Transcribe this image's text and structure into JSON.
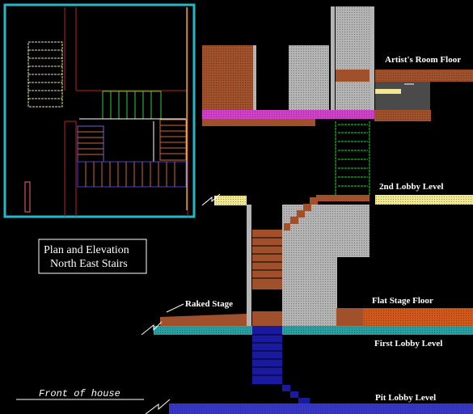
{
  "title": {
    "line1": "Plan and Elevation",
    "line2": "North East Stairs"
  },
  "levels": {
    "artists_room_floor": "Artist's Room Floor",
    "second_lobby_level": "2nd Lobby Level",
    "raked_stage": "Raked Stage",
    "flat_stage_floor": "Flat Stage Floor",
    "first_lobby_level": "First Lobby Level",
    "pit_lobby_level": "Pit Lobby Level"
  },
  "front_of_house": "Front of house",
  "colors": {
    "plan_border": "#22b8c8",
    "brown": "#a0502a",
    "gray": "#b4b4b4",
    "magenta": "#d040c8",
    "green": "#30d040",
    "yellow": "#f0e890",
    "teal": "#26a0a0",
    "navy": "#1a1aa0",
    "orange": "#d05818",
    "blue_floor": "#3838c8"
  }
}
